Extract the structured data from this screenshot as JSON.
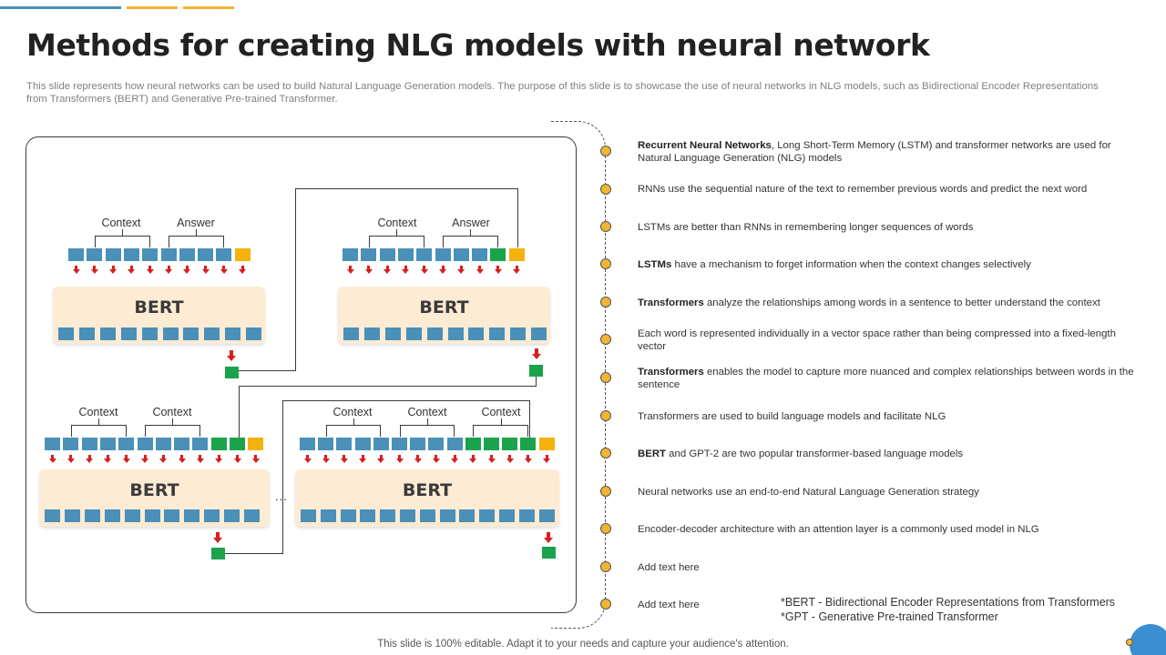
{
  "slide": {
    "title": "Methods for creating NLG models with neural network",
    "subtitle": "This slide represents how neural networks can be used to build Natural Language Generation models. The purpose of this slide is to showcase the use of neural networks in NLG models, such as Bidirectional Encoder Representations from Transformers (BERT) and Generative Pre-trained Transformer.",
    "footer": "This slide is 100% editable. Adapt it to your needs and capture your audience's attention."
  },
  "diagram": {
    "model_label": "BERT",
    "context_label": "Context",
    "answer_label": "Answer",
    "ellipsis": "..."
  },
  "points": [
    {
      "bold": "Recurrent Neural Networks",
      "text": ", Long Short-Term Memory (LSTM) and transformer networks are used for Natural Language Generation (NLG) models"
    },
    {
      "bold": "",
      "text": "RNNs use the sequential nature of the text to remember previous words and predict the next word"
    },
    {
      "bold": "",
      "text": "LSTMs are better than RNNs in remembering longer sequences of words"
    },
    {
      "bold": "LSTMs",
      "text": " have a mechanism to forget information when the context changes selectively"
    },
    {
      "bold": "Transformers",
      "text": " analyze the relationships among words in a sentence to better understand the context"
    },
    {
      "bold": "",
      "text": "Each word is represented individually in a vector space rather than being compressed into a fixed-length vector"
    },
    {
      "bold": "Transformers",
      "text": " enables the model to capture more nuanced and complex relationships between words in the sentence"
    },
    {
      "bold": "",
      "text": "Transformers are used to build language models and facilitate NLG"
    },
    {
      "bold": "BERT",
      "text": "  and GPT-2  are two popular transformer-based language models"
    },
    {
      "bold": "",
      "text": "Neural networks use an end-to-end Natural Language Generation strategy"
    },
    {
      "bold": "",
      "text": "Encoder-decoder architecture with an attention layer is a commonly used model in NLG"
    },
    {
      "bold": "",
      "text": "Add text here"
    },
    {
      "bold": "",
      "text": "Add text here"
    }
  ],
  "notes": [
    "*BERT  - Bidirectional Encoder Representations from Transformers",
    "*GPT - Generative  Pre-trained Transformer"
  ],
  "colors": {
    "token": "#4a90b8",
    "token_green": "#1aa34a",
    "token_yellow": "#f5b10c",
    "bert_box": "#fdebd3",
    "arrow": "#d81e1e",
    "dot": "#f0b533"
  }
}
